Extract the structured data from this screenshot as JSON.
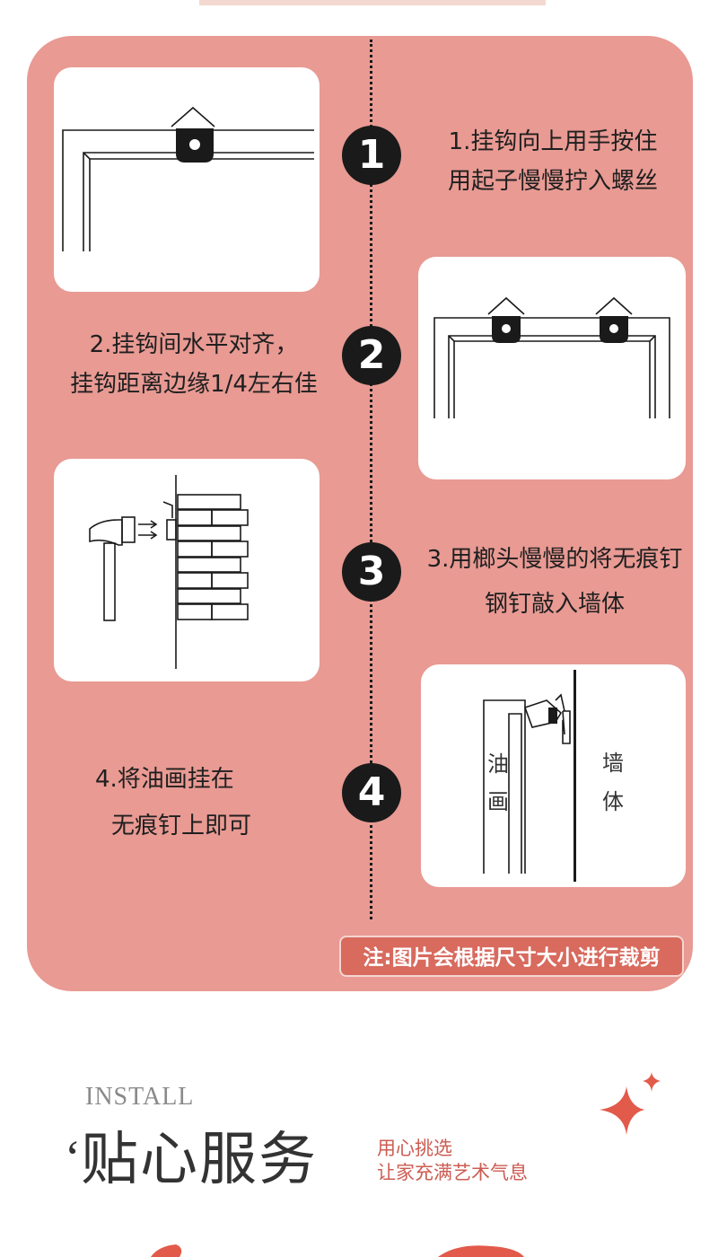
{
  "steps": [
    {
      "number": "1",
      "line1": "1.挂钩向上用手按住",
      "line2": "用起子慢慢拧入螺丝"
    },
    {
      "number": "2",
      "line1": "2.挂钩间水平对齐，",
      "line2": "挂钩距离边缘1/4左右佳"
    },
    {
      "number": "3",
      "line1": "3.用榔头慢慢的将无痕钉",
      "line2": "钢钉敲入墙体"
    },
    {
      "number": "4",
      "line1": "4.将油画挂在",
      "line2": "无痕钉上即可"
    }
  ],
  "diagram4": {
    "painting_label": [
      "油",
      "画"
    ],
    "wall_label": [
      "墙",
      "体"
    ]
  },
  "note": "注:图片会根据尺寸大小进行裁剪",
  "install": {
    "eyebrow": "INSTALL",
    "quote_mark": "‘",
    "title": "贴心服务",
    "subtitle_line1": "用心挑选",
    "subtitle_line2": "让家充满艺术气息"
  },
  "colors": {
    "panel": "#e89a93",
    "accent": "#d86a5e",
    "sparkle": "#e25a4a"
  }
}
